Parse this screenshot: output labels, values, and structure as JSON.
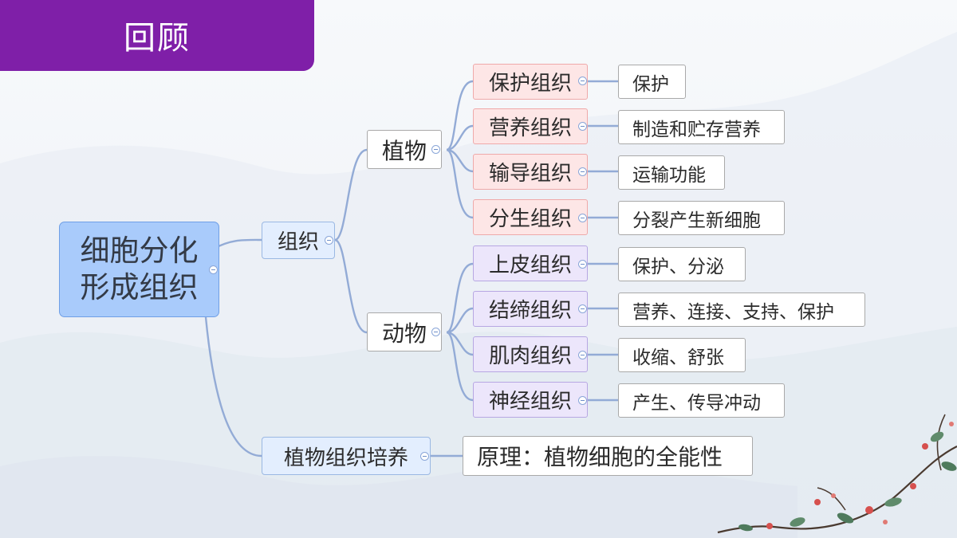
{
  "slide": {
    "title": "回顾"
  },
  "mindmap": {
    "root": {
      "line1": "细胞分化",
      "line2": "形成组织"
    },
    "tissue_branch": {
      "label": "组织",
      "plant": {
        "label": "植物",
        "items": [
          {
            "name": "保护组织",
            "function": "保护"
          },
          {
            "name": "营养组织",
            "function": "制造和贮存营养"
          },
          {
            "name": "输导组织",
            "function": "运输功能"
          },
          {
            "name": "分生组织",
            "function": "分裂产生新细胞"
          }
        ]
      },
      "animal": {
        "label": "动物",
        "items": [
          {
            "name": "上皮组织",
            "function": "保护、分泌"
          },
          {
            "name": "结缔组织",
            "function": "营养、连接、支持、保护"
          },
          {
            "name": "肌肉组织",
            "function": "收缩、舒张"
          },
          {
            "name": "神经组织",
            "function": "产生、传导冲动"
          }
        ]
      }
    },
    "culture_branch": {
      "label": "植物组织培养",
      "principle": "原理：植物细胞的全能性"
    }
  },
  "colors": {
    "banner": "#7f1fa8",
    "connector": "#93abd6",
    "root_fill": "#a9cbfb",
    "plant_tissue_fill": "#fde6e6",
    "animal_tissue_fill": "#ece6fb"
  }
}
